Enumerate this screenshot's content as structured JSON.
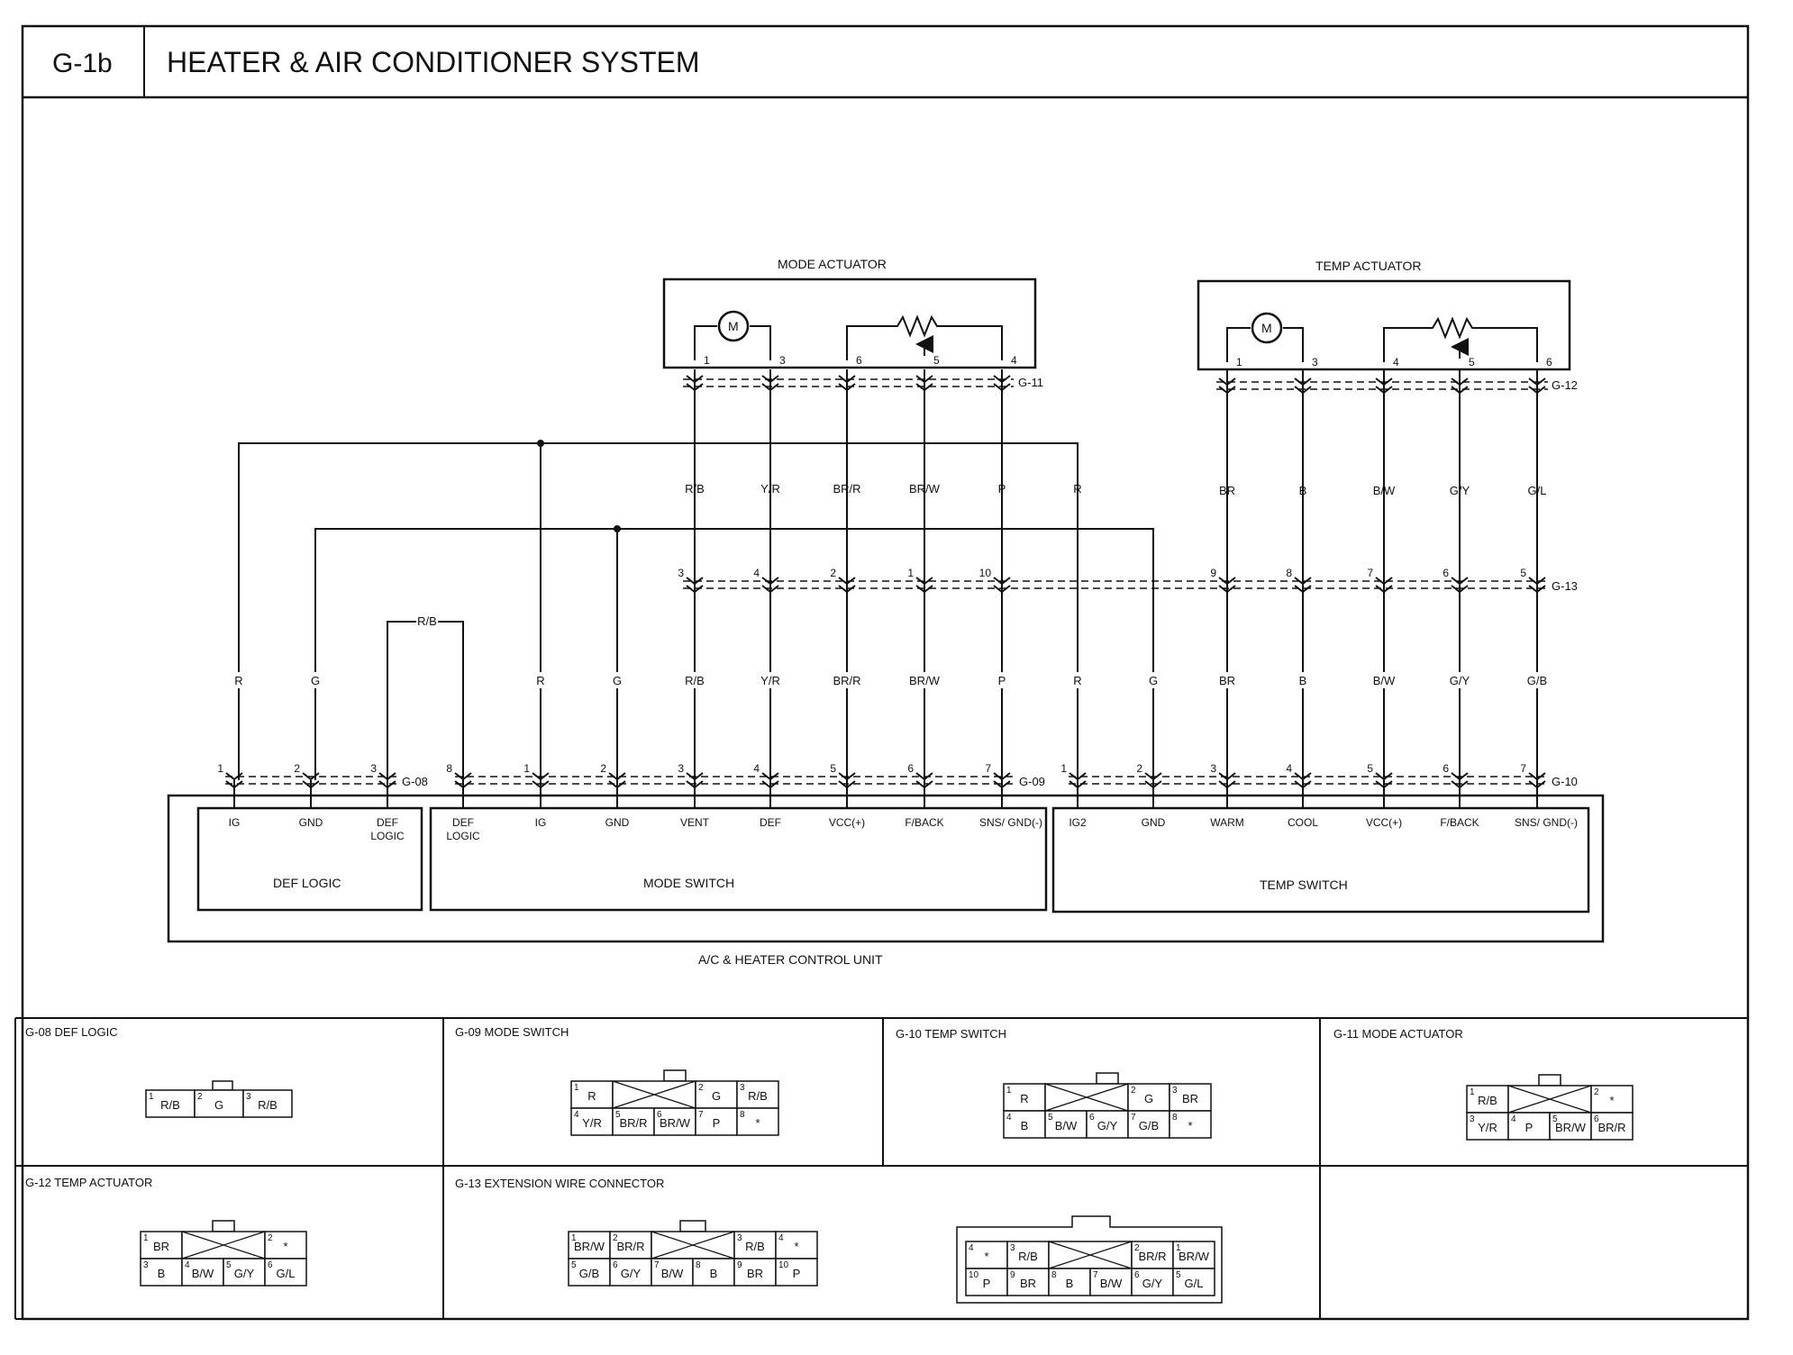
{
  "header": {
    "code": "G-1b",
    "title": "HEATER & AIR CONDITIONER SYSTEM"
  },
  "actuators": {
    "mode": {
      "label": "MODE ACTUATOR",
      "connector": "G-11"
    },
    "temp": {
      "label": "TEMP ACTUATOR",
      "connector": "G-12"
    }
  },
  "extension_connector": "G-13",
  "control_unit": {
    "label": "A/C & HEATER CONTROL UNIT",
    "def_logic": {
      "label": "DEF LOGIC",
      "connector": "G-08",
      "terminals": [
        "IG",
        "GND",
        "DEF LOGIC"
      ]
    },
    "mode_switch": {
      "label": "MODE SWITCH",
      "connector": "G-09",
      "terminals": [
        "DEF LOGIC",
        "IG",
        "GND",
        "VENT",
        "DEF",
        "VCC(+)",
        "F/BACK",
        "SNS/ GND(-)"
      ]
    },
    "temp_switch": {
      "label": "TEMP SWITCH",
      "connector": "G-10",
      "terminals": [
        "IG2",
        "GND",
        "WARM",
        "COOL",
        "VCC(+)",
        "F/BACK",
        "SNS/ GND(-)"
      ]
    }
  },
  "motor_symbol": "M",
  "wires": {
    "mode_upper": [
      "R/B",
      "Y/R",
      "BR/R",
      "BR/W",
      "P"
    ],
    "temp_upper": [
      "BR",
      "B",
      "B/W",
      "G/Y",
      "G/L"
    ],
    "upper_r": "R",
    "def_loop": "R/B",
    "lower": [
      "R",
      "G",
      "R",
      "G",
      "R/B",
      "Y/R",
      "BR/R",
      "BR/W",
      "P",
      "R",
      "G",
      "BR",
      "B",
      "B/W",
      "G/Y",
      "G/B"
    ]
  },
  "pins": {
    "g11": [
      "1",
      "3",
      "6",
      "5",
      "4"
    ],
    "g12": [
      "1",
      "3",
      "4",
      "5",
      "6"
    ],
    "g13": [
      "3",
      "4",
      "2",
      "1",
      "10",
      "9",
      "8",
      "7",
      "6",
      "5"
    ],
    "g08": [
      "1",
      "2",
      "3"
    ],
    "g09": [
      "8",
      "1",
      "2",
      "3",
      "4",
      "5",
      "6",
      "7"
    ],
    "g10": [
      "1",
      "2",
      "3",
      "4",
      "5",
      "6",
      "7"
    ]
  },
  "connector_views": {
    "g08": {
      "title": "G-08 DEF LOGIC",
      "cells": [
        {
          "n": "1",
          "t": "R/B"
        },
        {
          "n": "2",
          "t": "G"
        },
        {
          "n": "3",
          "t": "R/B"
        }
      ]
    },
    "g09": {
      "title": "G-09 MODE SWITCH",
      "top": [
        {
          "n": "1",
          "t": "R"
        },
        {
          "n": "2",
          "t": "G"
        },
        {
          "n": "3",
          "t": "R/B"
        }
      ],
      "bottom": [
        {
          "n": "4",
          "t": "Y/R"
        },
        {
          "n": "5",
          "t": "BR/R"
        },
        {
          "n": "6",
          "t": "BR/W"
        },
        {
          "n": "7",
          "t": "P"
        },
        {
          "n": "8",
          "t": "*"
        }
      ]
    },
    "g10": {
      "title": "G-10 TEMP SWITCH",
      "top": [
        {
          "n": "1",
          "t": "R"
        },
        {
          "n": "2",
          "t": "G"
        },
        {
          "n": "3",
          "t": "BR"
        }
      ],
      "bottom": [
        {
          "n": "4",
          "t": "B"
        },
        {
          "n": "5",
          "t": "B/W"
        },
        {
          "n": "6",
          "t": "G/Y"
        },
        {
          "n": "7",
          "t": "G/B"
        },
        {
          "n": "8",
          "t": "*"
        }
      ]
    },
    "g11": {
      "title": "G-11 MODE ACTUATOR",
      "top": [
        {
          "n": "1",
          "t": "R/B"
        },
        {
          "n": "2",
          "t": "*"
        }
      ],
      "bottom": [
        {
          "n": "3",
          "t": "Y/R"
        },
        {
          "n": "4",
          "t": "P"
        },
        {
          "n": "5",
          "t": "BR/W"
        },
        {
          "n": "6",
          "t": "BR/R"
        }
      ]
    },
    "g12": {
      "title": "G-12 TEMP ACTUATOR",
      "top": [
        {
          "n": "1",
          "t": "BR"
        },
        {
          "n": "2",
          "t": "*"
        }
      ],
      "bottom": [
        {
          "n": "3",
          "t": "B"
        },
        {
          "n": "4",
          "t": "B/W"
        },
        {
          "n": "5",
          "t": "G/Y"
        },
        {
          "n": "6",
          "t": "G/L"
        }
      ]
    },
    "g13": {
      "title": "G-13 EXTENSION WIRE CONNECTOR",
      "male_top": [
        {
          "n": "1",
          "t": "BR/W"
        },
        {
          "n": "2",
          "t": "BR/R"
        },
        {
          "n": "3",
          "t": "R/B"
        },
        {
          "n": "4",
          "t": "*"
        }
      ],
      "male_bottom": [
        {
          "n": "5",
          "t": "G/B"
        },
        {
          "n": "6",
          "t": "G/Y"
        },
        {
          "n": "7",
          "t": "B/W"
        },
        {
          "n": "8",
          "t": "B"
        },
        {
          "n": "9",
          "t": "BR"
        },
        {
          "n": "10",
          "t": "P"
        }
      ],
      "female_top": [
        {
          "n": "4",
          "t": "*"
        },
        {
          "n": "3",
          "t": "R/B"
        },
        {
          "n": "2",
          "t": "BR/R"
        },
        {
          "n": "1",
          "t": "BR/W"
        }
      ],
      "female_bottom": [
        {
          "n": "10",
          "t": "P"
        },
        {
          "n": "9",
          "t": "BR"
        },
        {
          "n": "8",
          "t": "B"
        },
        {
          "n": "7",
          "t": "B/W"
        },
        {
          "n": "6",
          "t": "G/Y"
        },
        {
          "n": "5",
          "t": "G/L"
        }
      ]
    }
  }
}
